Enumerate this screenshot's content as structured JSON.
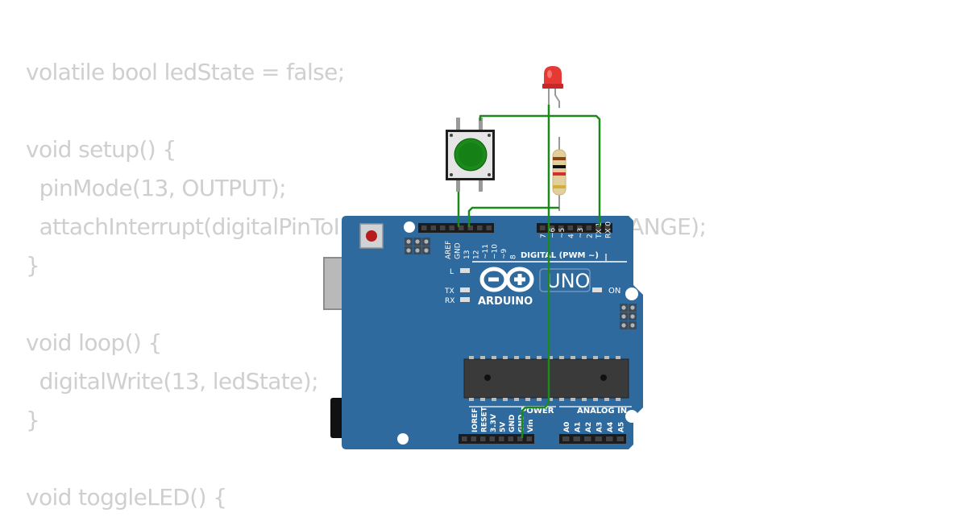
{
  "code": [
    "volatile bool ledState = false;",
    "",
    "void setup() {",
    "  pinMode(13, OUTPUT);",
    "  attachInterrupt(digitalPinToInterrupt(2), toggleLED, CHANGE);",
    "}",
    "",
    "void loop() {",
    "  digitalWrite(13, ledState);",
    "}",
    "",
    "void toggleLED() {"
  ],
  "board": {
    "brand": "ARDUINO",
    "model": "UNO",
    "digital_header_label": "DIGITAL (PWM ~)",
    "power_label": "POWER",
    "analog_label": "ANALOG IN",
    "on_label": "ON",
    "l_label": "L",
    "tx_label": "TX",
    "rx_label": "RX",
    "digital_pins_left": [
      "AREF",
      "GND",
      "13",
      "12",
      "~11",
      "~10",
      "~9",
      "8"
    ],
    "digital_pins_right": [
      "7",
      "~6",
      "~5",
      "4",
      "~3",
      "2",
      "TX 1",
      "RX 0"
    ],
    "power_pins": [
      "IOREF",
      "RESET",
      "3.3V",
      "5V",
      "GND",
      "GND",
      "Vin"
    ],
    "analog_pins": [
      "A0",
      "A1",
      "A2",
      "A3",
      "A4",
      "A5"
    ]
  },
  "colors": {
    "board": "#2e6a9e",
    "wire": "#1b8a1b",
    "led": "#e53935",
    "button_cap": "#1a8a1a",
    "code_text": "#cfcfcf"
  }
}
